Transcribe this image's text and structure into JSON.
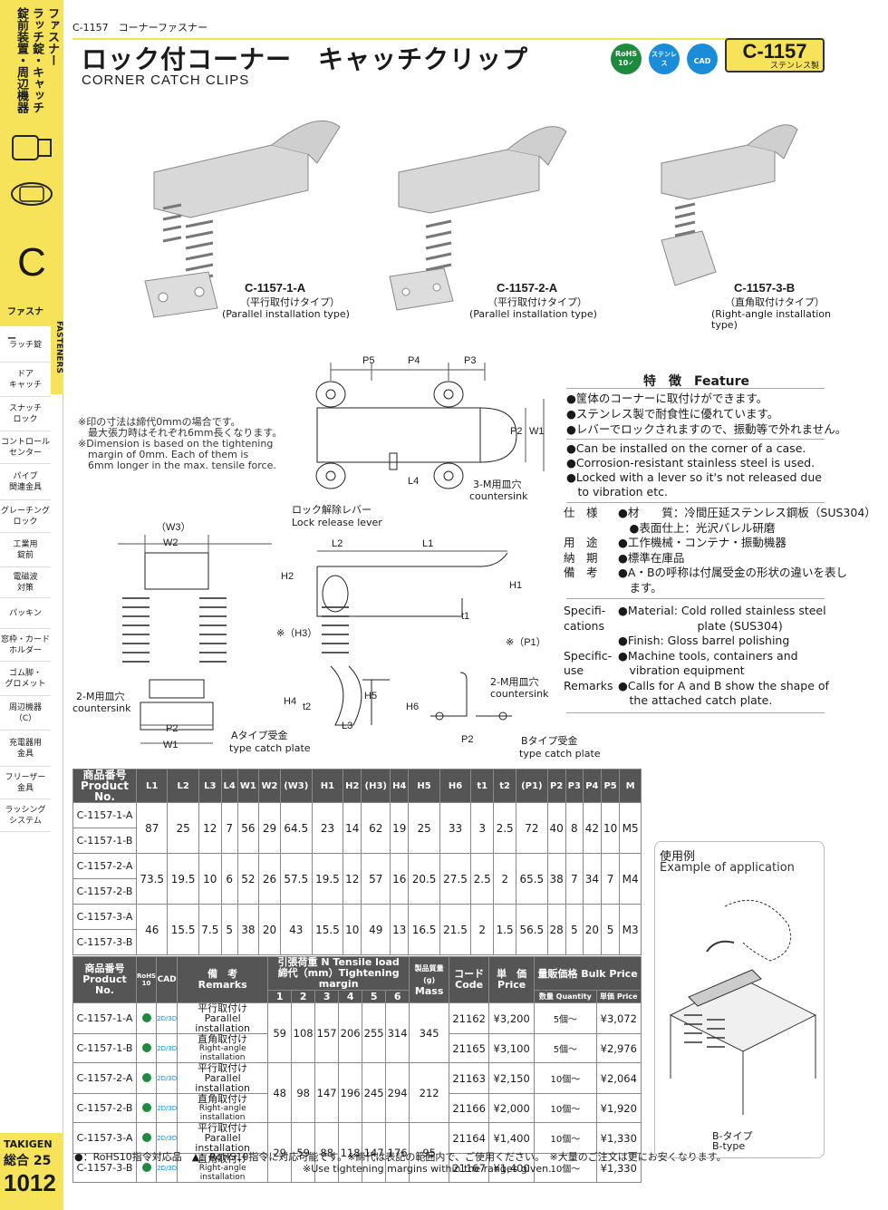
{
  "sidebar": {
    "vert_lines": [
      "ファスナー",
      "ラッチ錠・キャッチ",
      "錠前装置・周辺機器"
    ],
    "section_letter": "C",
    "active_label": "ファスナー",
    "fasteners_label": "FASTENERS",
    "items": [
      "ラッチ錠",
      "ドア\nキャッチ",
      "スナッチ\nロック",
      "コントロール\nセンター",
      "パイプ\n関連金具",
      "グレーチング\nロック",
      "工業用\n錠前",
      "電磁波\n対策",
      "パッキン",
      "窓枠・カード\nホルダー",
      "ゴム脚・\nグロメット",
      "周辺機器\n（C）",
      "充電器用\n金具",
      "フリーザー\n金具",
      "ラッシング\nシステム"
    ],
    "brand": "TAKIGEN",
    "catalog": "総合 25",
    "page_number": "1012"
  },
  "header": {
    "breadcrumb": "C-1157　コーナーファスナー",
    "title_jp": "ロック付コーナー　キャッチクリップ",
    "title_en": "CORNER CATCH CLIPS",
    "badges": [
      {
        "label": "RoHS\n10✓",
        "icon": "rohs-icon"
      },
      {
        "label": "ステンレス",
        "icon": "stainless-icon"
      },
      {
        "label": "CAD",
        "icon": "cad-icon"
      }
    ],
    "code": "C-1157",
    "code_sub": "ステンレス製"
  },
  "photos": [
    {
      "model": "C-1157-1-A",
      "jp": "（平行取付けタイプ）",
      "en": "(Parallel installation type)"
    },
    {
      "model": "C-1157-2-A",
      "jp": "（平行取付けタイプ）",
      "en": "(Parallel installation type)"
    },
    {
      "model": "C-1157-3-B",
      "jp": "（直角取付けタイプ）",
      "en": "(Right-angle installation",
      "en2": "type)"
    }
  ],
  "notes": {
    "line1": "※印の寸法は締代0mmの場合です。",
    "line2": "　最大張力時はそれぞれ6mm長くなります。",
    "line3": "※Dimension is based on the tightening",
    "line4": "　margin of 0mm. Each of them is",
    "line5": "　6mm longer in the max. tensile force."
  },
  "drawing_labels": {
    "p5": "P5",
    "p4": "P4",
    "p3": "P3",
    "p2": "P2",
    "w1": "W1",
    "l4": "L4",
    "countersink_jp": "3-M用皿穴",
    "countersink_en": "countersink",
    "lever_jp": "ロック解除レバー",
    "lever_en": "Lock release lever",
    "w3": "（W3）",
    "w2": "W2",
    "l2": "L2",
    "l1": "L1",
    "h1": "H1",
    "h2": "H2",
    "h3": "※（H3）",
    "h4": "H4",
    "h5": "H5",
    "h6": "H6",
    "t1": "t1",
    "t2": "t2",
    "l3": "L3",
    "p1": "※（P1）",
    "cs2_jp": "2-M用皿穴",
    "cs2_en": "countersink",
    "cs2b_jp": "2-M用皿穴",
    "cs2b_en": "countersink",
    "a_jp": "Aタイプ受金",
    "a_en": "type catch plate",
    "b_jp": "Bタイプ受金",
    "b_en": "type catch plate",
    "p2b": "P2",
    "w1b": "W1",
    "p2c": "P2"
  },
  "features": {
    "title": "特　徴　Feature",
    "jp": [
      "●筐体のコーナーに取付けができます。",
      "●ステンレス製で耐食性に優れています。",
      "●レバーでロックされますので、振動等で外れません。"
    ],
    "en": [
      "●Can be installed on the corner of a case.",
      "●Corrosion-resistant stainless steel is used.",
      "●Locked with a lever so it's not released due",
      "　to vibration etc."
    ]
  },
  "specs": {
    "jp": [
      {
        "label": "仕　様",
        "value": "●材　　質：冷間圧延ステンレス鋼板（SUS304）"
      },
      {
        "label": "",
        "value": "　●表面仕上：光沢バレル研磨"
      },
      {
        "label": "用　途",
        "value": "●工作機械・コンテナ・振動機器"
      },
      {
        "label": "納　期",
        "value": "●標準在庫品"
      },
      {
        "label": "備　考",
        "value": "●A・Bの呼称は付属受金の形状の違いを表し"
      },
      {
        "label": "",
        "value": "　ます。"
      }
    ],
    "en": [
      {
        "label": "Specifi-",
        "value": "●Material: Cold rolled stainless steel"
      },
      {
        "label": "cations",
        "value": "　　　　　　　plate (SUS304)"
      },
      {
        "label": "",
        "value": "●Finish: Gloss barrel polishing"
      },
      {
        "label": "Specific-",
        "value": "●Machine tools, containers and"
      },
      {
        "label": "use",
        "value": "　vibration equipment"
      },
      {
        "label": "Remarks",
        "value": "●Calls for A and B show the shape of"
      },
      {
        "label": "",
        "value": "　the attached catch plate."
      }
    ]
  },
  "dim_table": {
    "header_jp": "商品番号",
    "header_en": "Product No.",
    "columns": [
      "L1",
      "L2",
      "L3",
      "L4",
      "W1",
      "W2",
      "(W3)",
      "H1",
      "H2",
      "(H3)",
      "H4",
      "H5",
      "H6",
      "t1",
      "t2",
      "(P1)",
      "P2",
      "P3",
      "P4",
      "P5",
      "M"
    ],
    "groups": [
      {
        "models": [
          "C-1157-1-A",
          "C-1157-1-B"
        ],
        "values": [
          "87",
          "25",
          "12",
          "7",
          "56",
          "29",
          "64.5",
          "23",
          "14",
          "62",
          "19",
          "25",
          "33",
          "3",
          "2.5",
          "72",
          "40",
          "8",
          "42",
          "10",
          "M5"
        ]
      },
      {
        "models": [
          "C-1157-2-A",
          "C-1157-2-B"
        ],
        "values": [
          "73.5",
          "19.5",
          "10",
          "6",
          "52",
          "26",
          "57.5",
          "19.5",
          "12",
          "57",
          "16",
          "20.5",
          "27.5",
          "2.5",
          "2",
          "65.5",
          "38",
          "7",
          "34",
          "7",
          "M4"
        ]
      },
      {
        "models": [
          "C-1157-3-A",
          "C-1157-3-B"
        ],
        "values": [
          "46",
          "15.5",
          "7.5",
          "5",
          "38",
          "20",
          "43",
          "15.5",
          "10",
          "49",
          "13",
          "16.5",
          "21.5",
          "2",
          "1.5",
          "56.5",
          "28",
          "5",
          "20",
          "5",
          "M3"
        ]
      }
    ]
  },
  "price_table": {
    "h_product_jp": "商品番号",
    "h_product_en": "Product No.",
    "h_rohs": "RoHS\n10",
    "h_cad": "CAD",
    "h_remarks_jp": "備　考",
    "h_remarks_en": "Remarks",
    "h_tensile": "引張荷重 N Tensile load",
    "h_margin": "締代（mm）Tightening margin",
    "margins": [
      "1",
      "2",
      "3",
      "4",
      "5",
      "6"
    ],
    "h_mass_jp": "製品質量(g)",
    "h_mass_en": "Mass",
    "h_code_jp": "コード",
    "h_code_en": "Code",
    "h_price_jp": "単　価",
    "h_price_en": "Price",
    "h_bulk": "量販価格 Bulk Price",
    "h_qty": "数量 Quantity",
    "h_unit": "単価 Price",
    "groups": [
      {
        "loads": [
          "59",
          "108",
          "157",
          "206",
          "255",
          "314"
        ],
        "mass": "345",
        "rows": [
          {
            "model": "C-1157-1-A",
            "cad": "2D/3D",
            "rem_jp": "平行取付け",
            "rem_en": "Parallel installation",
            "code": "21162",
            "price": "¥3,200",
            "qty": "5個〜",
            "bulk": "¥3,072"
          },
          {
            "model": "C-1157-1-B",
            "cad": "2D/3D",
            "rem_jp": "直角取付け",
            "rem_en": "Right-angle installation",
            "code": "21165",
            "price": "¥3,100",
            "qty": "5個〜",
            "bulk": "¥2,976"
          }
        ]
      },
      {
        "loads": [
          "48",
          "98",
          "147",
          "196",
          "245",
          "294"
        ],
        "mass": "212",
        "rows": [
          {
            "model": "C-1157-2-A",
            "cad": "2D/3D",
            "rem_jp": "平行取付け",
            "rem_en": "Parallel installation",
            "code": "21163",
            "price": "¥2,150",
            "qty": "10個〜",
            "bulk": "¥2,064"
          },
          {
            "model": "C-1157-2-B",
            "cad": "2D/3D",
            "rem_jp": "直角取付け",
            "rem_en": "Right-angle installation",
            "code": "21166",
            "price": "¥2,000",
            "qty": "10個〜",
            "bulk": "¥1,920"
          }
        ]
      },
      {
        "loads": [
          "29",
          "59",
          "88",
          "118",
          "147",
          "176"
        ],
        "mass": "95",
        "rows": [
          {
            "model": "C-1157-3-A",
            "cad": "2D/3D",
            "rem_jp": "平行取付け",
            "rem_en": "Parallel installation",
            "code": "21164",
            "price": "¥1,400",
            "qty": "10個〜",
            "bulk": "¥1,330"
          },
          {
            "model": "C-1157-3-B",
            "cad": "2D/3D",
            "rem_jp": "直角取付け",
            "rem_en": "Right-angle installation",
            "code": "21167",
            "price": "¥1,400",
            "qty": "10個〜",
            "bulk": "¥1,330"
          }
        ]
      }
    ]
  },
  "footnotes": {
    "line1": "●：RoHS10指令対応品　▲：RoHS10指令に対応可能です。※締代は表記の範囲内で、ご使用ください。　※大量のご注文は更にお安くなります。",
    "line2": "※Use tightening margins within the ranges given."
  },
  "application": {
    "title_jp": "使用例",
    "title_en": "Example of application",
    "caption_jp": "B-タイプ",
    "caption_en": "B-type"
  },
  "colors": {
    "accent": "#f6e35a",
    "rohs": "#1e8a3e",
    "blue": "#1a8cd8",
    "header": "#555555"
  }
}
